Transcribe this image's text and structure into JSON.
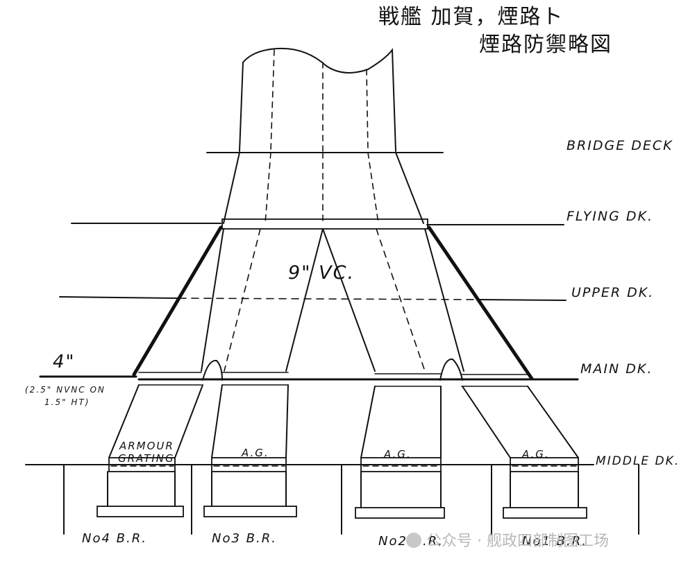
{
  "title": {
    "line1": "戦艦 加賀，煙路ト",
    "line2": "煙路防禦略図"
  },
  "decks": {
    "bridge": "BRIDGE DECK",
    "flying": "FLYING DK.",
    "upper": "UPPER DK.",
    "main": "MAIN DK.",
    "middle": "MIDDLE DK."
  },
  "armour": {
    "side_thickness": "4\"",
    "side_note_line1": "(2.5\" NVNC ON",
    "side_note_line2": "1.5\" HT)",
    "uptake_armour": "9\" VC."
  },
  "gratings": {
    "full_label_line1": "ARMOUR",
    "full_label_line2": "GRATING",
    "abbrev": "A.G."
  },
  "boiler_rooms": [
    "No4 B.R.",
    "No3 B.R.",
    "No2 B.R.",
    "No1 B.R."
  ],
  "watermark": "公众号 · 舰政四部制图工场"
}
